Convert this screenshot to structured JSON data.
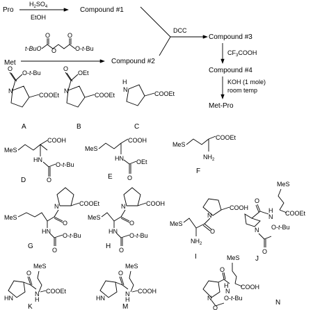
{
  "scheme": {
    "pro": "Pro",
    "h2so4": "H2SO4",
    "etoh": "EtOH",
    "compound1": "Compound #1",
    "met": "Met",
    "boc_anhydride": "t-BuO O O O-t-Bu",
    "compound2": "Compound #2",
    "dcc": "DCC",
    "compound3": "Compound #3",
    "cf3cooh": "CF3COOH",
    "compound4": "Compound #4",
    "koh": "KOH (1 mole)",
    "room_temp": "room temp",
    "met_pro": "Met-Pro"
  },
  "groups": {
    "o_tbu": "O-t-Bu",
    "cooet": "COOEt",
    "oet": "OEt",
    "cooh": "COOH",
    "ms": "MeS",
    "nh2": "NH2",
    "n": "N",
    "hn": "HN",
    "h": "H",
    "o": "O"
  },
  "structures": [
    "A",
    "B",
    "C",
    "D",
    "E",
    "F",
    "G",
    "H",
    "I",
    "J",
    "K",
    "M",
    "N"
  ]
}
